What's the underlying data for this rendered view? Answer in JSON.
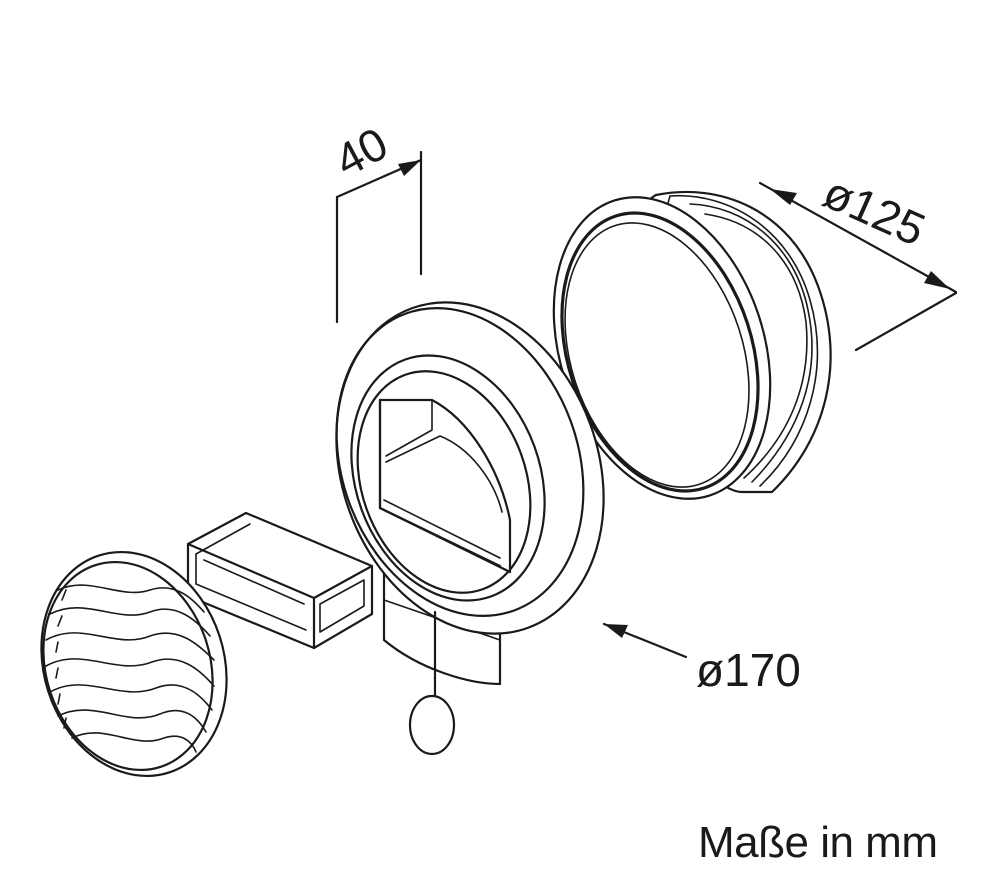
{
  "dimensions": {
    "depth_label": "40",
    "inner_diameter_label": "ø125",
    "outer_diameter_label": "ø170"
  },
  "units_note": "Maße in mm"
}
